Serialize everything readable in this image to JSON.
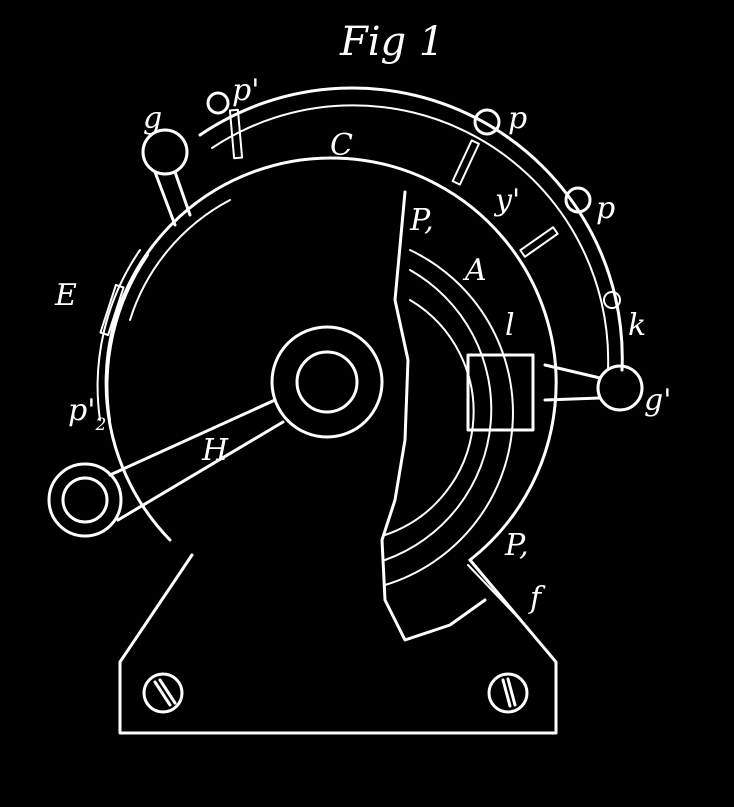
{
  "figure": {
    "title": "Fig 1",
    "labels": {
      "g": "g",
      "p_prime": "p'",
      "C": "C",
      "p_upper": "p",
      "p_right": "p",
      "y_prime": "y'",
      "E": "E",
      "P1_upper": "P,",
      "A": "A",
      "l": "l",
      "k": "k",
      "g_prime": "g'",
      "p2_prime": "p'",
      "p2_sub": "2",
      "H": "H",
      "P1_lower": "P,",
      "f": "f"
    },
    "colors": {
      "background": "#000000",
      "line": "#ffffff"
    }
  }
}
